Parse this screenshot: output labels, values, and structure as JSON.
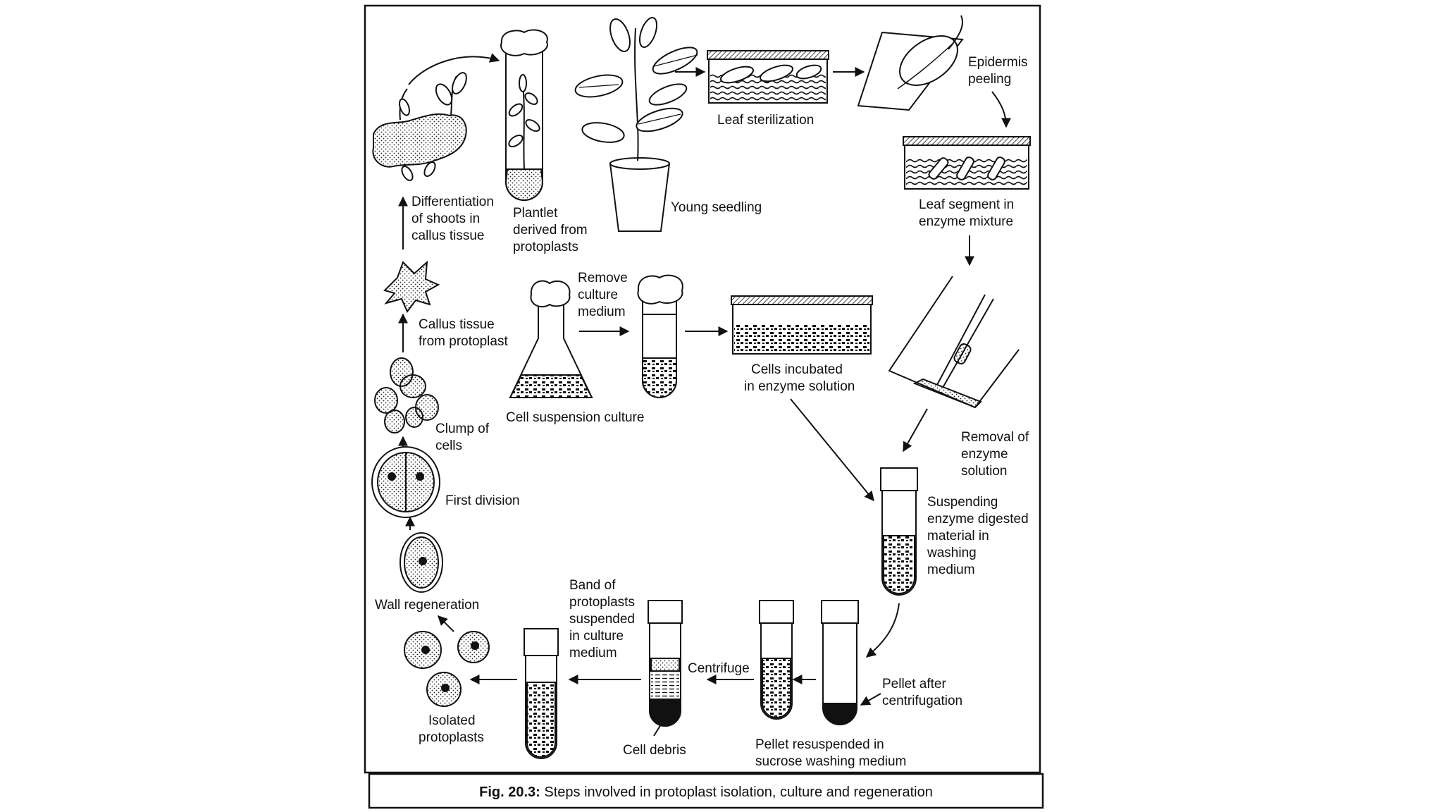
{
  "caption": {
    "fig_number": "Fig. 20.3:",
    "text": " Steps involved in protoplast isolation, culture and regeneration"
  },
  "labels": {
    "leaf_sterilization": [
      "Leaf sterilization"
    ],
    "epidermis_peeling": [
      "Epidermis",
      "peeling"
    ],
    "leaf_segment": [
      "Leaf segment in",
      "enzyme mixture"
    ],
    "young_seedling": [
      "Young seedling"
    ],
    "plantlet": [
      "Plantlet",
      "derived from",
      "protoplasts"
    ],
    "differentiation": [
      "Differentiation",
      "of shoots in",
      "callus tissue"
    ],
    "remove_medium": [
      "Remove",
      "culture",
      "medium"
    ],
    "cells_incubated": [
      "Cells incubated",
      "in enzyme solution"
    ],
    "removal_enzyme": [
      "Removal of",
      "enzyme",
      "solution"
    ],
    "callus_tissue": [
      "Callus tissue",
      "from protoplast"
    ],
    "cell_suspension": [
      "Cell suspension culture"
    ],
    "clump_cells": [
      "Clump of",
      "cells"
    ],
    "first_division": [
      "First division"
    ],
    "suspending": [
      "Suspending",
      "enzyme digested",
      "material in",
      "washing",
      "medium"
    ],
    "wall_regeneration": [
      "Wall regeneration"
    ],
    "band_protoplasts": [
      "Band of",
      "protoplasts",
      "suspended",
      "in culture",
      "medium"
    ],
    "centrifuge": [
      "Centrifuge"
    ],
    "pellet_after": [
      "Pellet after",
      "centrifugation"
    ],
    "isolated_protoplasts": [
      "Isolated",
      "protoplasts"
    ],
    "cell_debris": [
      "Cell debris"
    ],
    "pellet_resuspended": [
      "Pellet resuspended in",
      "sucrose washing medium"
    ]
  }
}
